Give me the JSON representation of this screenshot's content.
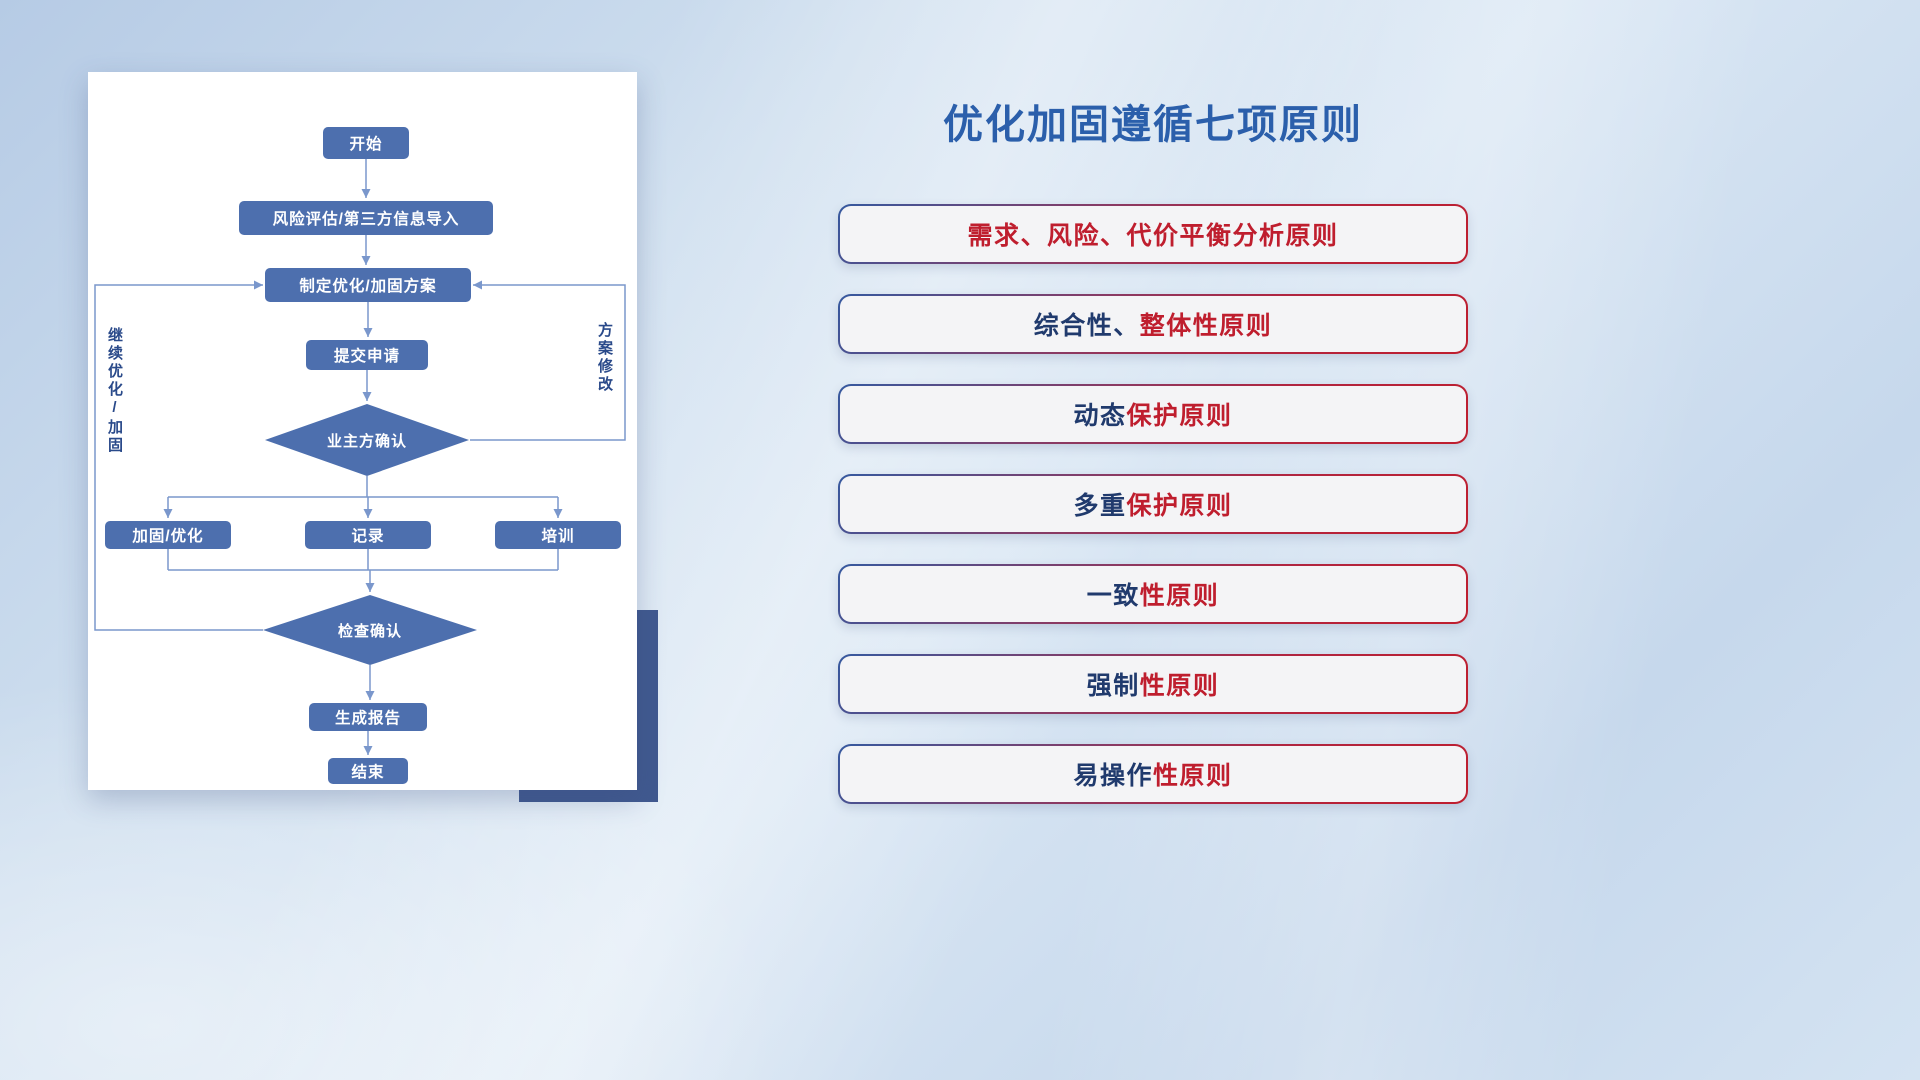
{
  "background": {
    "base_colors": [
      "#b6cbe5",
      "#dae7f4",
      "#c6d8ec"
    ],
    "accent_rect_color": "#40598f"
  },
  "flow_card": {
    "node_fill": "#4d6fae",
    "node_text_color": "#ffffff",
    "connector_color": "#7a97cc",
    "nodes": {
      "start": "开始",
      "risk_import": "风险评估/第三方信息导入",
      "make_plan": "制定优化/加固方案",
      "submit": "提交申请",
      "owner_confirm": "业主方确认",
      "reinforce": "加固/优化",
      "record": "记录",
      "training": "培训",
      "check_confirm": "检查确认",
      "report": "生成报告",
      "end": "结束"
    },
    "loop_labels": {
      "left": "继续优化/加固",
      "right": "方案修改"
    },
    "edges": [
      "开始 -> 风险评估/第三方信息导入",
      "风险评估/第三方信息导入 -> 制定优化/加固方案",
      "制定优化/加固方案 -> 提交申请",
      "提交申请 -> 业主方确认",
      "业主方确认 -> 加固/优化",
      "业主方确认 -> 记录",
      "业主方确认 -> 培训",
      "业主方确认 -> 制定优化/加固方案 (方案修改)",
      "加固/优化 -> 检查确认",
      "记录 -> 检查确认",
      "培训 -> 检查确认",
      "检查确认 -> 制定优化/加固方案 (继续优化/加固)",
      "检查确认 -> 生成报告",
      "生成报告 -> 结束"
    ]
  },
  "panel": {
    "title": "优化加固遵循七项原则",
    "title_color": "#2b5fab",
    "text_colors": {
      "navy": "#203a6d",
      "red": "#bf1e2e"
    },
    "principles": [
      {
        "segments": [
          {
            "text": "需求、风险、代价平衡分析原则",
            "color": "red"
          }
        ]
      },
      {
        "segments": [
          {
            "text": "综合性、",
            "color": "navy"
          },
          {
            "text": "整体性原则",
            "color": "red"
          }
        ]
      },
      {
        "segments": [
          {
            "text": "动态",
            "color": "navy"
          },
          {
            "text": "保护原则",
            "color": "red"
          }
        ]
      },
      {
        "segments": [
          {
            "text": "多重",
            "color": "navy"
          },
          {
            "text": "保护原则",
            "color": "red"
          }
        ]
      },
      {
        "segments": [
          {
            "text": "一致",
            "color": "navy"
          },
          {
            "text": "性原则",
            "color": "red"
          }
        ]
      },
      {
        "segments": [
          {
            "text": "强制",
            "color": "navy"
          },
          {
            "text": "性原则",
            "color": "red"
          }
        ]
      },
      {
        "segments": [
          {
            "text": "易操作",
            "color": "navy"
          },
          {
            "text": "性原则",
            "color": "red"
          }
        ]
      }
    ]
  }
}
